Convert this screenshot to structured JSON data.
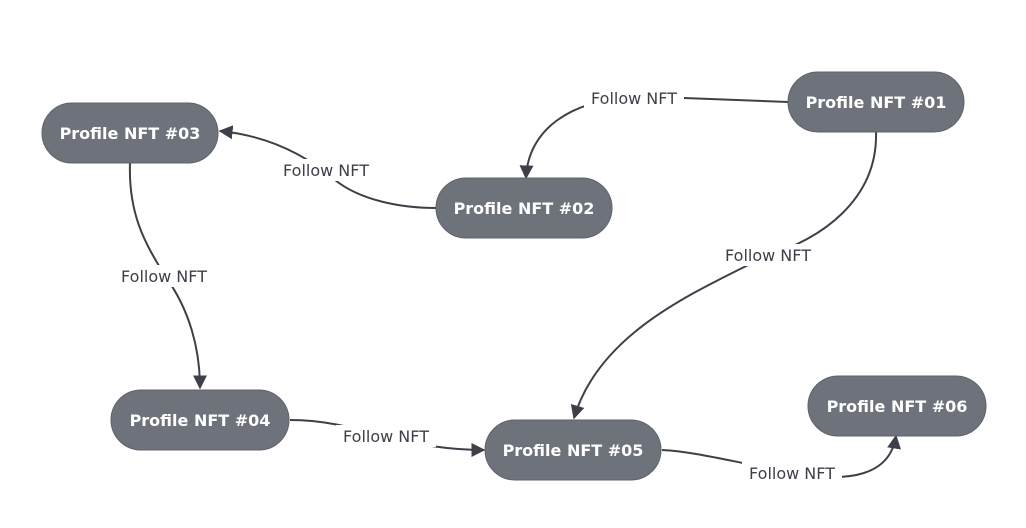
{
  "nodes": [
    {
      "id": "n1",
      "label": "Profile NFT #01"
    },
    {
      "id": "n2",
      "label": "Profile NFT #02"
    },
    {
      "id": "n3",
      "label": "Profile NFT #03"
    },
    {
      "id": "n4",
      "label": "Profile NFT #04"
    },
    {
      "id": "n5",
      "label": "Profile NFT #05"
    },
    {
      "id": "n6",
      "label": "Profile NFT #06"
    }
  ],
  "edges": [
    {
      "from": "n1",
      "to": "n2",
      "label": "Follow NFT"
    },
    {
      "from": "n2",
      "to": "n3",
      "label": "Follow NFT"
    },
    {
      "from": "n1",
      "to": "n5",
      "label": "Follow NFT"
    },
    {
      "from": "n3",
      "to": "n4",
      "label": "Follow NFT"
    },
    {
      "from": "n4",
      "to": "n5",
      "label": "Follow NFT"
    },
    {
      "from": "n5",
      "to": "n6",
      "label": "Follow NFT"
    }
  ]
}
